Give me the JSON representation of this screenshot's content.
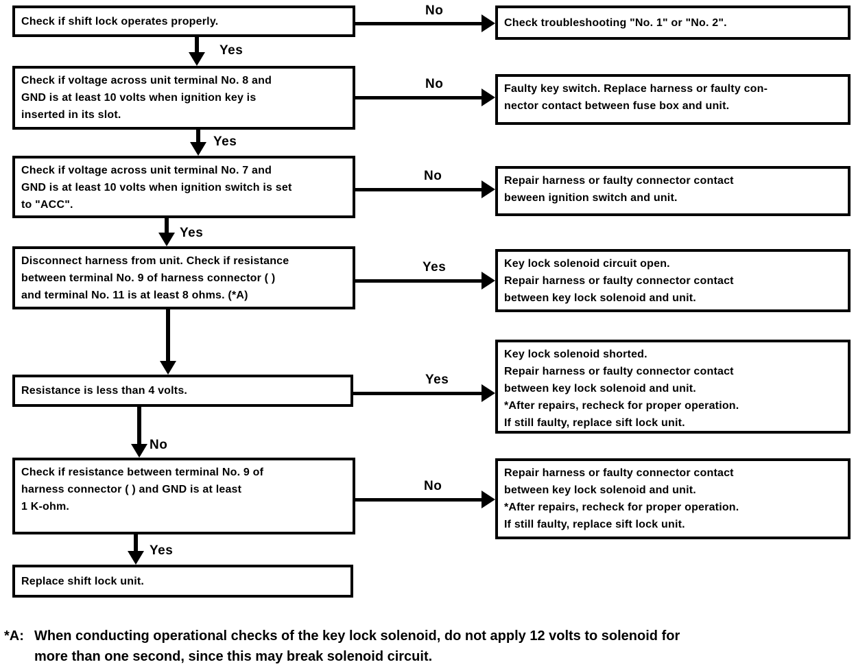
{
  "boxes": {
    "l1": {
      "text": "Check if shift lock operates properly."
    },
    "l2": {
      "text": "Check if voltage across unit terminal No. 8 and\nGND is at least 10 volts when ignition key is\ninserted in its slot."
    },
    "l3": {
      "text": "Check if voltage across unit terminal No. 7 and\nGND is at least 10 volts when ignition switch is set\nto \"ACC\"."
    },
    "l4": {
      "text": "Disconnect harness from unit. Check if resistance\nbetween terminal No. 9 of harness connector (    )\nand terminal No. 11 is at least 8 ohms. (*A)"
    },
    "l5": {
      "text": "Resistance is less than 4 volts."
    },
    "l6": {
      "text": "Check if resistance between terminal No. 9 of\nharness connector (    ) and GND is at least\n1 K-ohm."
    },
    "l7": {
      "text": "Replace shift lock unit."
    },
    "r1": {
      "text": "Check troubleshooting \"No. 1\" or \"No. 2\"."
    },
    "r2": {
      "text": "Faulty key switch. Replace harness or faulty con-\nnector contact between fuse box and unit."
    },
    "r3": {
      "text": "Repair harness or faulty connector contact\nbeween ignition switch and unit."
    },
    "r4": {
      "text": "Key lock solenoid circuit open.\nRepair harness or faulty connector contact\nbetween key lock solenoid and unit."
    },
    "r5": {
      "text": "Key lock solenoid shorted.\nRepair harness or faulty connector contact\nbetween key lock solenoid and unit.\n *After repairs, recheck for proper operation.\nIf still faulty, replace sift lock unit."
    },
    "r6": {
      "text": "Repair harness or faulty connector contact\nbetween key lock solenoid and unit.\n *After repairs, recheck for proper operation.\nIf still faulty, replace sift lock unit."
    }
  },
  "arrow_labels": {
    "h1": "No",
    "h2": "No",
    "h3": "No",
    "h4": "Yes",
    "h5": "Yes",
    "h6": "No",
    "v1": "Yes",
    "v2": "Yes",
    "v3": "Yes",
    "v5": "No",
    "v6": "Yes"
  },
  "footnote": {
    "marker": "*A:",
    "text": "When conducting operational checks of the key lock solenoid, do not apply 12 volts to solenoid for\nmore than one second, since this may break solenoid circuit."
  },
  "colors": {
    "ink": "#000000",
    "paper": "#ffffff"
  }
}
